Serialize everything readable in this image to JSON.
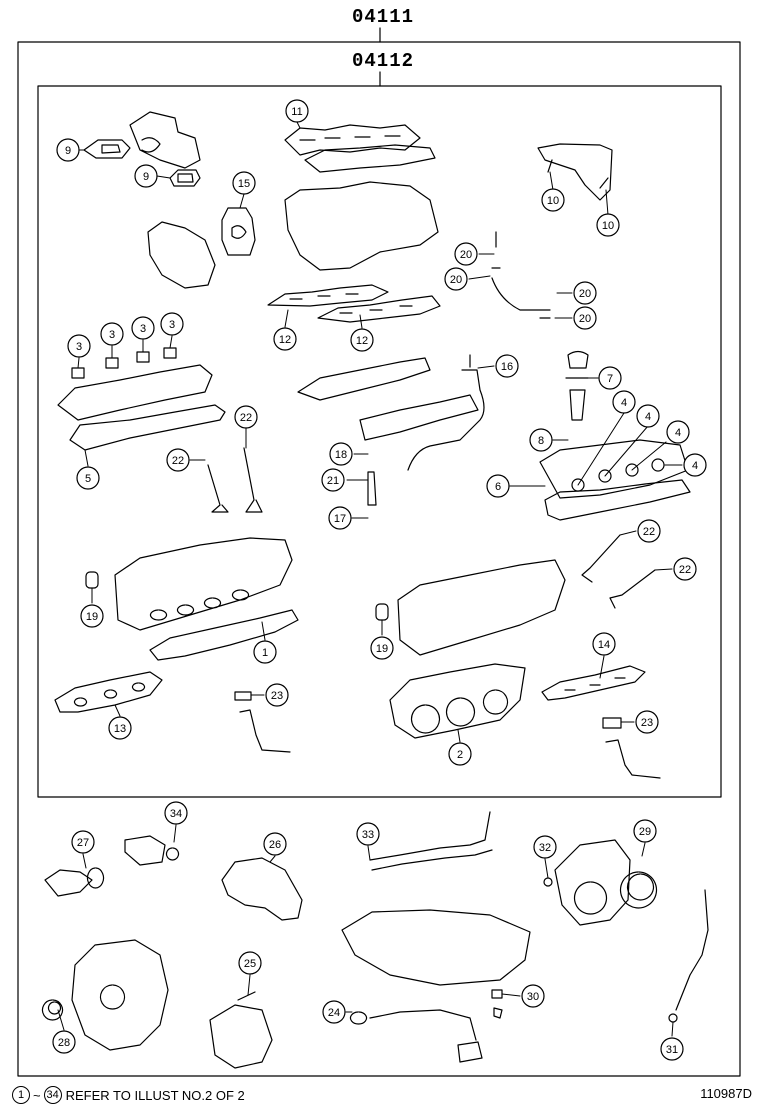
{
  "kits": {
    "outer": "04111",
    "inner": "04112"
  },
  "footer": {
    "range_start": "1",
    "range_sep": "~",
    "range_end": "34",
    "note": "REFER TO ILLUST NO.2 OF 2"
  },
  "illustration_code": "110987D",
  "callouts": [
    {
      "id": "c9a",
      "label": "9"
    },
    {
      "id": "c9b",
      "label": "9"
    },
    {
      "id": "c11",
      "label": "11"
    },
    {
      "id": "c15",
      "label": "15"
    },
    {
      "id": "c10a",
      "label": "10"
    },
    {
      "id": "c10b",
      "label": "10"
    },
    {
      "id": "c20a",
      "label": "20"
    },
    {
      "id": "c20b",
      "label": "20"
    },
    {
      "id": "c20c",
      "label": "20"
    },
    {
      "id": "c20d",
      "label": "20"
    },
    {
      "id": "c12a",
      "label": "12"
    },
    {
      "id": "c12b",
      "label": "12"
    },
    {
      "id": "c3a",
      "label": "3"
    },
    {
      "id": "c3b",
      "label": "3"
    },
    {
      "id": "c3c",
      "label": "3"
    },
    {
      "id": "c3d",
      "label": "3"
    },
    {
      "id": "c16",
      "label": "16"
    },
    {
      "id": "c7",
      "label": "7"
    },
    {
      "id": "c4a",
      "label": "4"
    },
    {
      "id": "c4b",
      "label": "4"
    },
    {
      "id": "c4c",
      "label": "4"
    },
    {
      "id": "c4d",
      "label": "4"
    },
    {
      "id": "c22a",
      "label": "22"
    },
    {
      "id": "c22b",
      "label": "22"
    },
    {
      "id": "c18",
      "label": "18"
    },
    {
      "id": "c8",
      "label": "8"
    },
    {
      "id": "c5",
      "label": "5"
    },
    {
      "id": "c21",
      "label": "21"
    },
    {
      "id": "c6",
      "label": "6"
    },
    {
      "id": "c17",
      "label": "17"
    },
    {
      "id": "c22c",
      "label": "22"
    },
    {
      "id": "c22d",
      "label": "22"
    },
    {
      "id": "c19a",
      "label": "19"
    },
    {
      "id": "c19b",
      "label": "19"
    },
    {
      "id": "c1",
      "label": "1"
    },
    {
      "id": "c14",
      "label": "14"
    },
    {
      "id": "c23a",
      "label": "23"
    },
    {
      "id": "c13",
      "label": "13"
    },
    {
      "id": "c23b",
      "label": "23"
    },
    {
      "id": "c2",
      "label": "2"
    },
    {
      "id": "c34",
      "label": "34"
    },
    {
      "id": "c27",
      "label": "27"
    },
    {
      "id": "c26",
      "label": "26"
    },
    {
      "id": "c33",
      "label": "33"
    },
    {
      "id": "c32",
      "label": "32"
    },
    {
      "id": "c29",
      "label": "29"
    },
    {
      "id": "c25",
      "label": "25"
    },
    {
      "id": "c30",
      "label": "30"
    },
    {
      "id": "c24",
      "label": "24"
    },
    {
      "id": "c28",
      "label": "28"
    },
    {
      "id": "c31",
      "label": "31"
    }
  ]
}
